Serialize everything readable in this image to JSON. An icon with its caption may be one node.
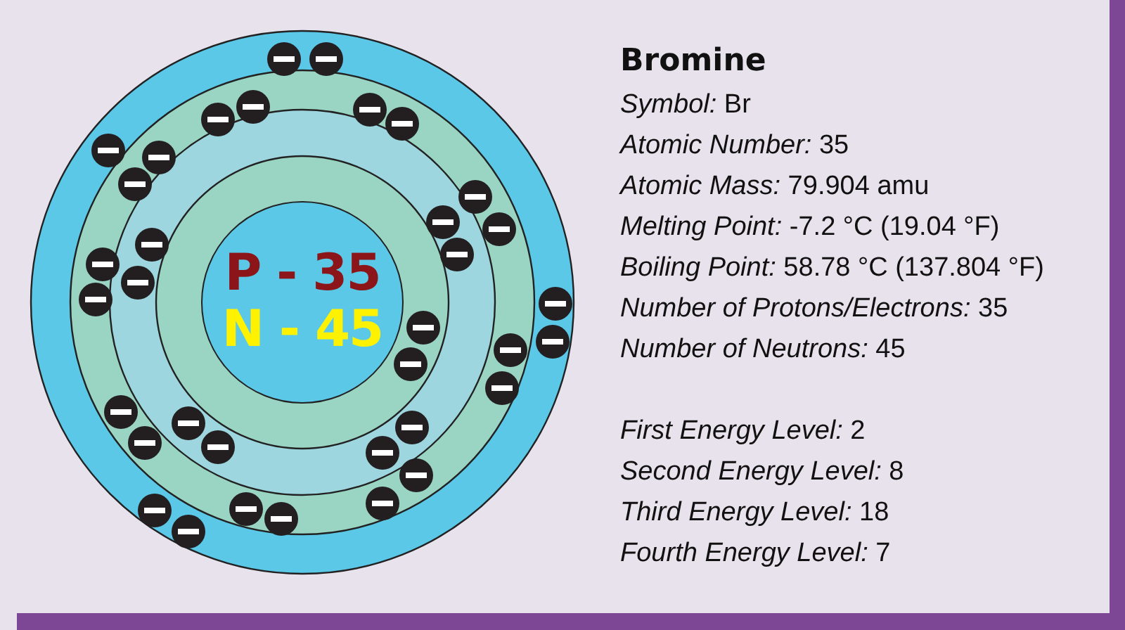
{
  "diagram": {
    "title": "Bromine",
    "nodes": [
      {
        "text": [
          "P - 35",
          "N - 45"
        ]
      }
    ],
    "labels": [
      "*Symbol:* Br",
      "*Atomic Number:* 35",
      "*Atomic Mass:* 79.904 amu",
      "*Melting Point:* -7.2 °C (19.04 °F)",
      "*Boiling Point:* 58.78 °C (137.804 °F)",
      "*Number of Protons/Electrons:* 35",
      "*Number of Neutrons:* 45",
      "*First Energy Level:* 2",
      "*Second Energy Level:* 8",
      "*Third Energy Level:* 18",
      "*Fourth Energy Level:* 7"
    ]
  }
}
